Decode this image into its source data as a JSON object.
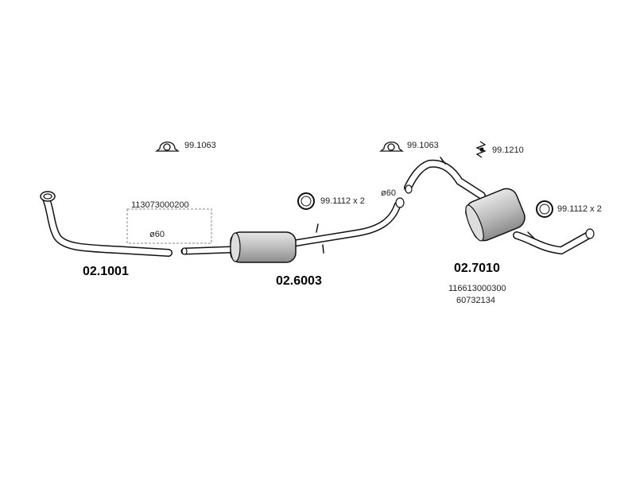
{
  "parts": {
    "front_pipe": "02.1001",
    "middle_silencer": "02.6003",
    "rear_silencer": "02.7010"
  },
  "clamps": {
    "clamp_left": "99.1063",
    "clamp_right": "99.1063"
  },
  "rings": {
    "ring_left": "99.1112 x 2",
    "ring_right": "99.1112 x 2"
  },
  "hanger": "99.1210",
  "oe_numbers": {
    "connector": "113073000200",
    "rear_1": "116613000300",
    "rear_2": "60732134"
  },
  "diameters": {
    "connector": "ø60",
    "middle_outlet": "ø60"
  },
  "colors": {
    "line": "#111111",
    "silencer_fill": "#c8c8c8",
    "dashed": "#888888"
  }
}
